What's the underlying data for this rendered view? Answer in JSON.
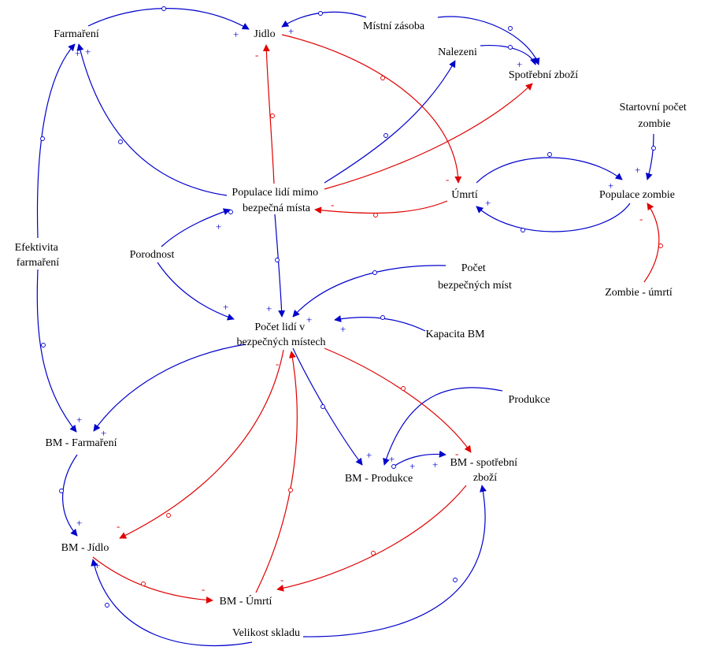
{
  "colors": {
    "positive": "#0000cc",
    "negative": "#e00000",
    "text": "#000000",
    "background": "#ffffff"
  },
  "nodes": {
    "farmareni": "Farmaření",
    "jidlo": "Jidlo",
    "mistni_zasoba": "Místní zásoba",
    "nalezeni": "Nalezeni",
    "spotrebni_zbozi": "Spotřební zboží",
    "startovni_pocet_line1": "Startovní počet",
    "startovni_pocet_line2": "zombie",
    "populace_lidi_line1": "Populace lidí mimo",
    "populace_lidi_line2": "bezpečná místa",
    "umrti": "Úmrtí",
    "populace_zombie": "Populace zombie",
    "efektivita_line1": "Efektivita",
    "efektivita_line2": "farmaření",
    "porodnost": "Porodnost",
    "pocet_bezpecnych_line1": "Počet",
    "pocet_bezpecnych_line2": "bezpečných míst",
    "zombie_umrti": "Zombie - úmrtí",
    "pocet_lidi_line1": "Počet lidí v",
    "pocet_lidi_line2": "bezpečných místech",
    "kapacita_bm": "Kapacita BM",
    "produkce": "Produkce",
    "bm_farmareni": "BM - Farmaření",
    "bm_produkce": "BM - Produkce",
    "bm_spotrebni_line1": "BM - spotřební",
    "bm_spotrebni_line2": "zboží",
    "bm_jidlo": "BM - Jídlo",
    "bm_umrti": "BM - Úmrtí",
    "velikost_skladu": "Velikost skladu"
  },
  "signs": {
    "plus": "+",
    "minus": "-"
  }
}
